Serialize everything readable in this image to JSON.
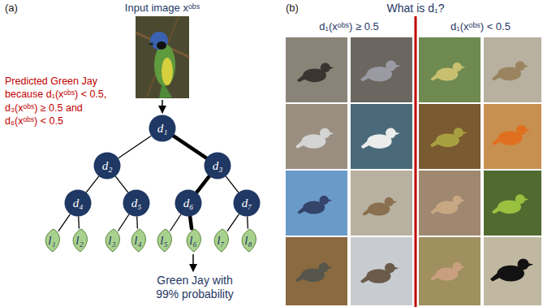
{
  "diagram": {
    "nodes": [
      {
        "text": [
          "d₁"
        ]
      },
      {
        "text": [
          "d₂"
        ]
      },
      {
        "text": [
          "d₃"
        ]
      },
      {
        "text": [
          "d₄"
        ]
      },
      {
        "text": [
          "d₅"
        ]
      },
      {
        "text": [
          "d₆"
        ]
      },
      {
        "text": [
          "d₇"
        ]
      },
      {
        "text": [
          "l₁"
        ]
      },
      {
        "text": [
          "l₂"
        ]
      },
      {
        "text": [
          "l₃"
        ]
      },
      {
        "text": [
          "l₄"
        ]
      },
      {
        "text": [
          "l₅"
        ]
      },
      {
        "text": [
          "l₆"
        ]
      },
      {
        "text": [
          "l₇"
        ]
      },
      {
        "text": [
          "l₈"
        ]
      }
    ],
    "edges": [
      {
        "from": 0,
        "to": 1,
        "arrow": "none"
      },
      {
        "from": 0,
        "to": 2,
        "arrow": "none"
      },
      {
        "from": 1,
        "to": 3,
        "arrow": "none"
      },
      {
        "from": 1,
        "to": 4,
        "arrow": "none"
      },
      {
        "from": 2,
        "to": 5,
        "arrow": "none"
      },
      {
        "from": 2,
        "to": 6,
        "arrow": "none"
      },
      {
        "from": 3,
        "to": 7,
        "arrow": "none"
      },
      {
        "from": 3,
        "to": 8,
        "arrow": "none"
      },
      {
        "from": 4,
        "to": 9,
        "arrow": "none"
      },
      {
        "from": 4,
        "to": 10,
        "arrow": "none"
      },
      {
        "from": 5,
        "to": 11,
        "arrow": "none"
      },
      {
        "from": 5,
        "to": 12,
        "arrow": "none"
      },
      {
        "from": 6,
        "to": 13,
        "arrow": "none"
      },
      {
        "from": 6,
        "to": 14,
        "arrow": "none"
      }
    ],
    "labels": [
      "(a)",
      "Input image xᵒᵇˢ",
      "Predicted Green Jay because d₁(xᵒᵇˢ) < 0.5, d₃(xᵒᵇˢ) ≥ 0.5 and d₆(xᵒᵇˢ) < 0.5",
      "Green Jay with 99% probability",
      "(b)",
      "What is d₁?",
      "d₁(xᵒᵇˢ) ≥ 0.5",
      "d₁(xᵒᵇˢ) < 0.5"
    ]
  }
}
